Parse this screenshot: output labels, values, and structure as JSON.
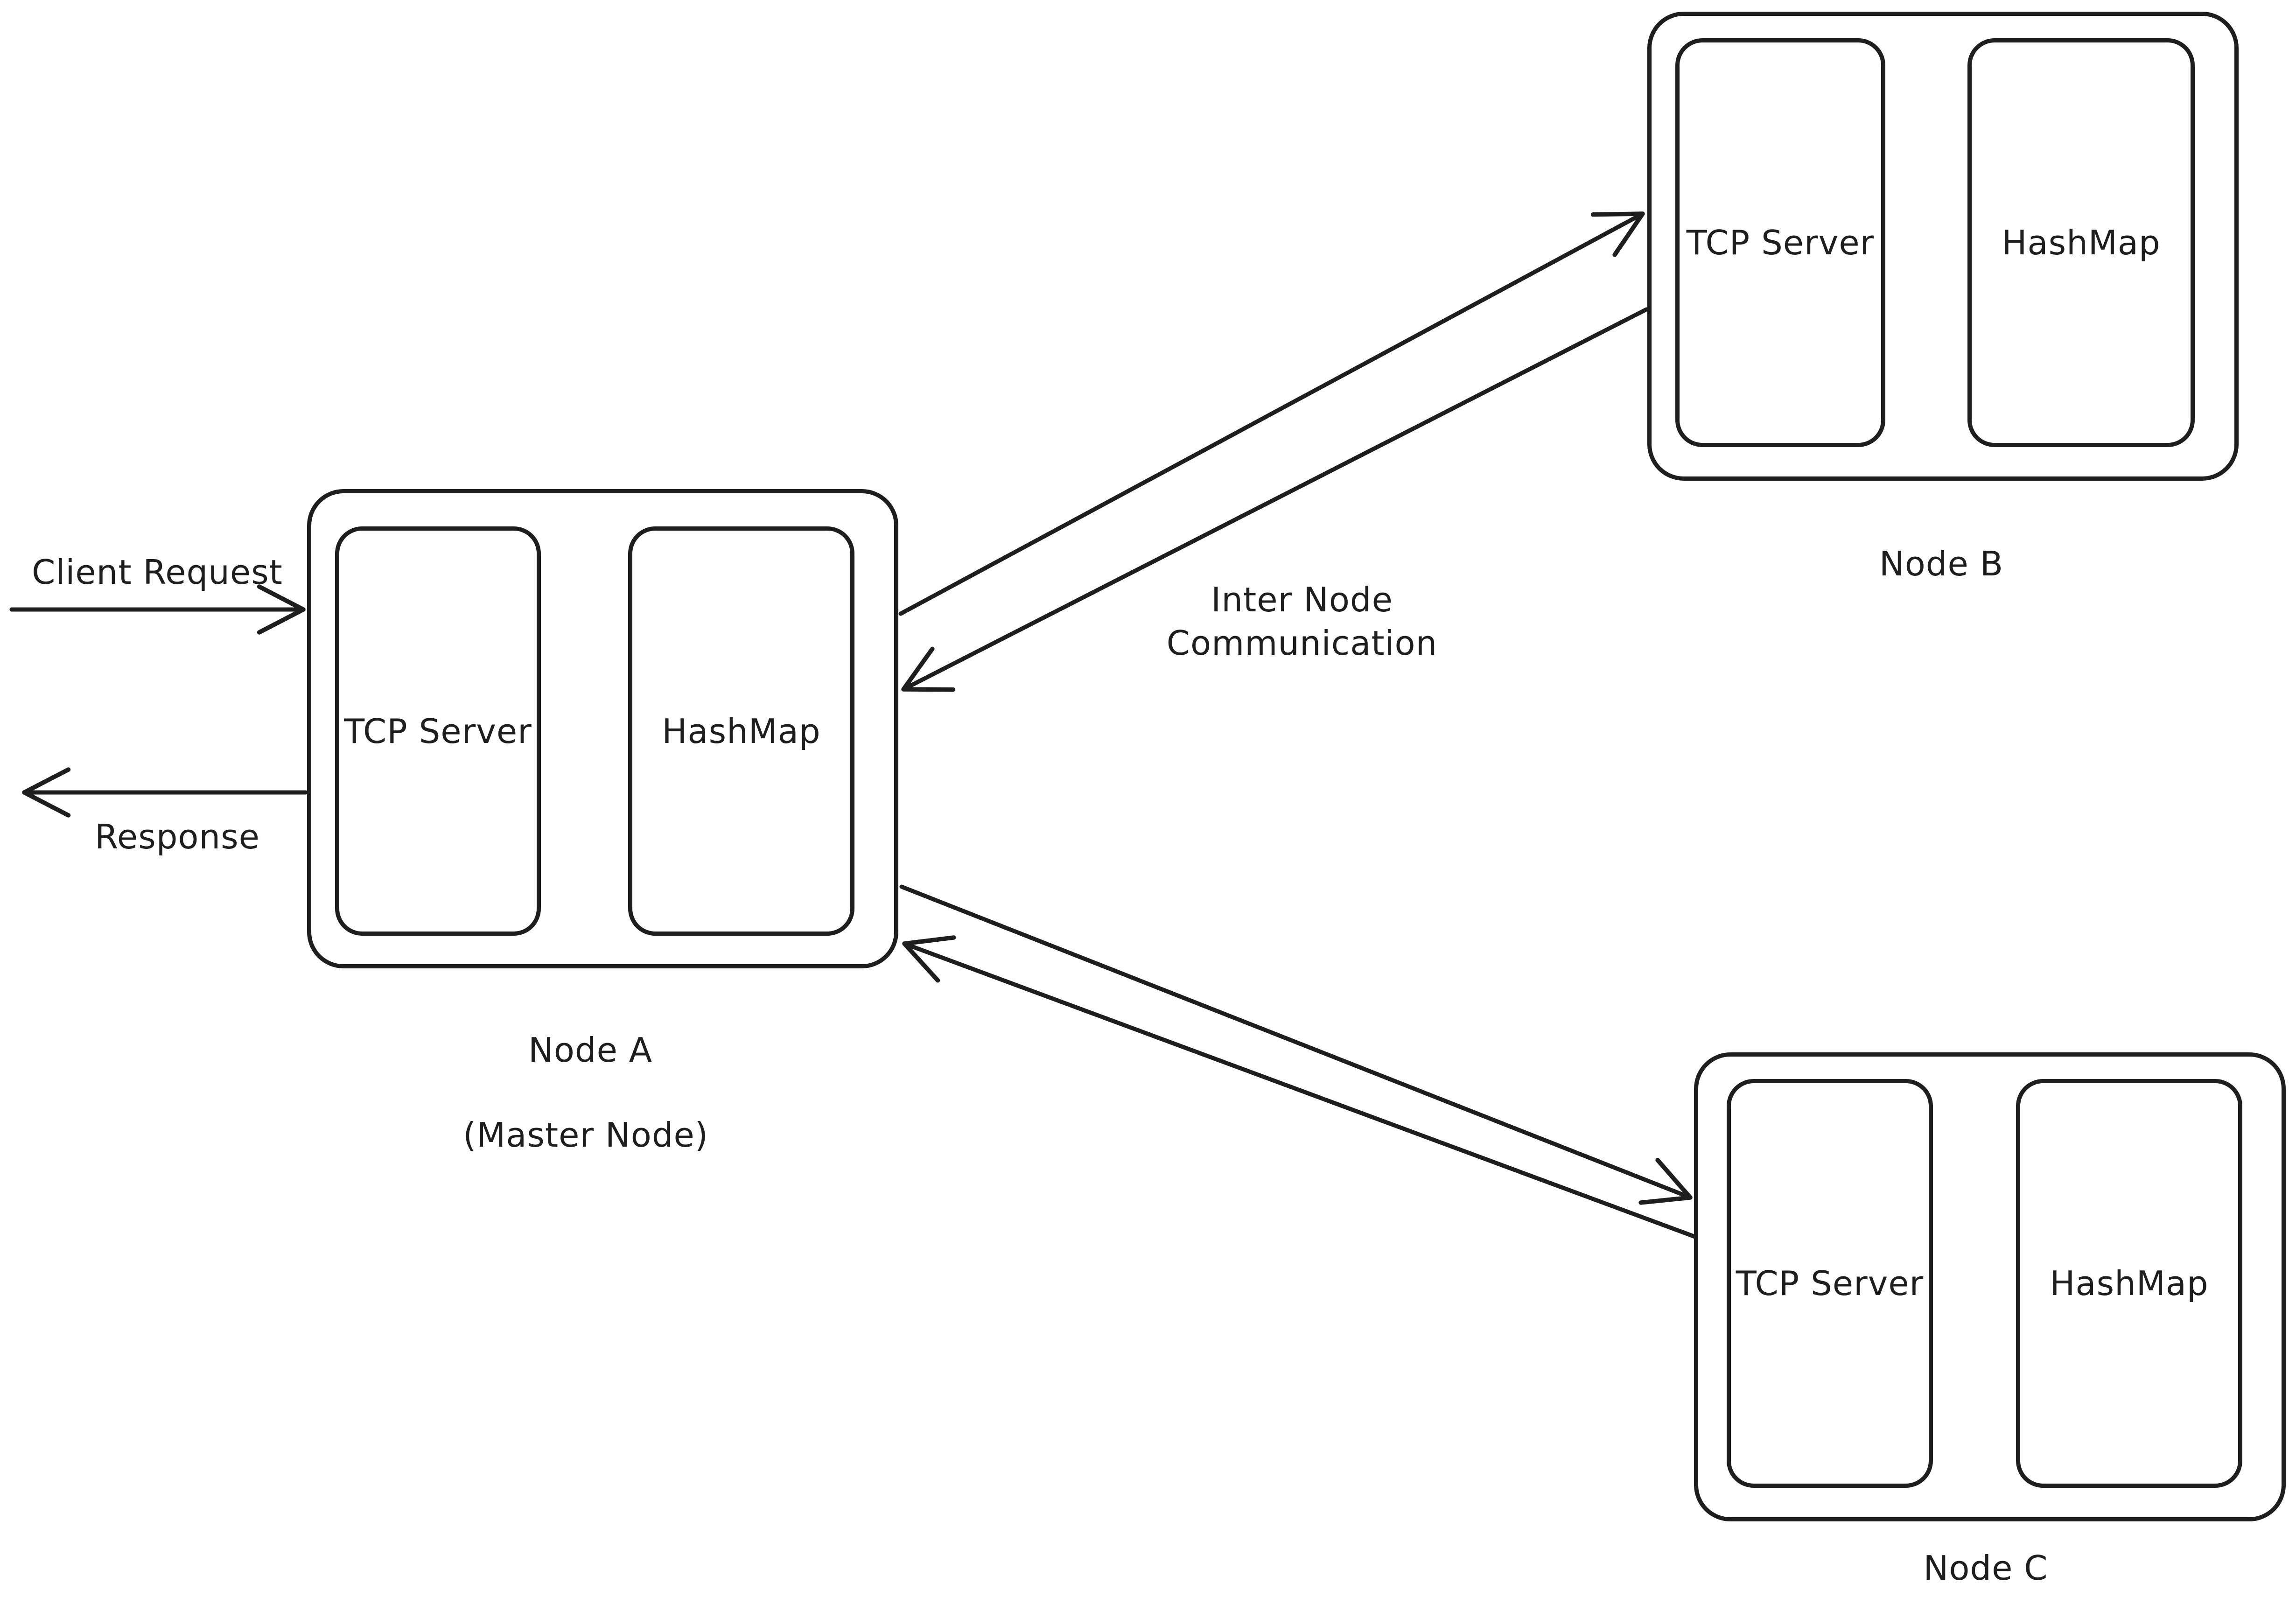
{
  "diagram": {
    "colors": {
      "stroke": "#1e1e1e",
      "background": "#ffffff"
    },
    "nodes": [
      {
        "id": "node-a",
        "caption": "Node A",
        "subcaption": "(Master Node)",
        "components": {
          "tcp": "TCP Server",
          "hashmap": "HashMap"
        }
      },
      {
        "id": "node-b",
        "caption": "Node B",
        "components": {
          "tcp": "TCP Server",
          "hashmap": "HashMap"
        }
      },
      {
        "id": "node-c",
        "caption": "Node C",
        "components": {
          "tcp": "TCP Server",
          "hashmap": "HashMap"
        }
      }
    ],
    "labels": {
      "client_request": "Client Request",
      "response": "Response",
      "inter_node_line1": "Inter Node",
      "inter_node_line2": "Communication"
    }
  }
}
